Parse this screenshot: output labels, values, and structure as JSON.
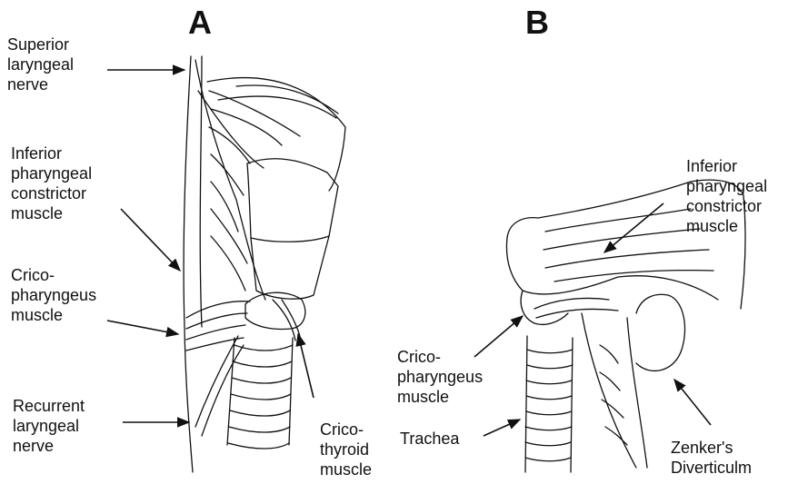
{
  "panels": {
    "a": {
      "letter": "A",
      "labels": {
        "superior_laryngeal_nerve": [
          "Superior",
          "laryngeal",
          "nerve"
        ],
        "inferior_pharyngeal_constrictor": [
          "Inferior",
          "pharyngeal",
          "constrictor",
          "muscle"
        ],
        "cricopharyngeus": [
          "Crico-",
          "pharyngeus",
          "muscle"
        ],
        "recurrent_laryngeal_nerve": [
          "Recurrent",
          "laryngeal",
          "nerve"
        ],
        "cricothyroid": [
          "Crico-",
          "thyroid",
          "muscle"
        ]
      }
    },
    "b": {
      "letter": "B",
      "labels": {
        "inferior_pharyngeal_constrictor": [
          "Inferior",
          "pharyngeal",
          "constrictor",
          "muscle"
        ],
        "cricopharyngeus": [
          "Crico-",
          "pharyngeus",
          "muscle"
        ],
        "trachea": [
          "Trachea"
        ],
        "zenkers_diverticulum": [
          "Zenker's",
          "Diverticulm"
        ]
      }
    }
  },
  "colors": {
    "ink": "#111111",
    "background": "#ffffff"
  }
}
